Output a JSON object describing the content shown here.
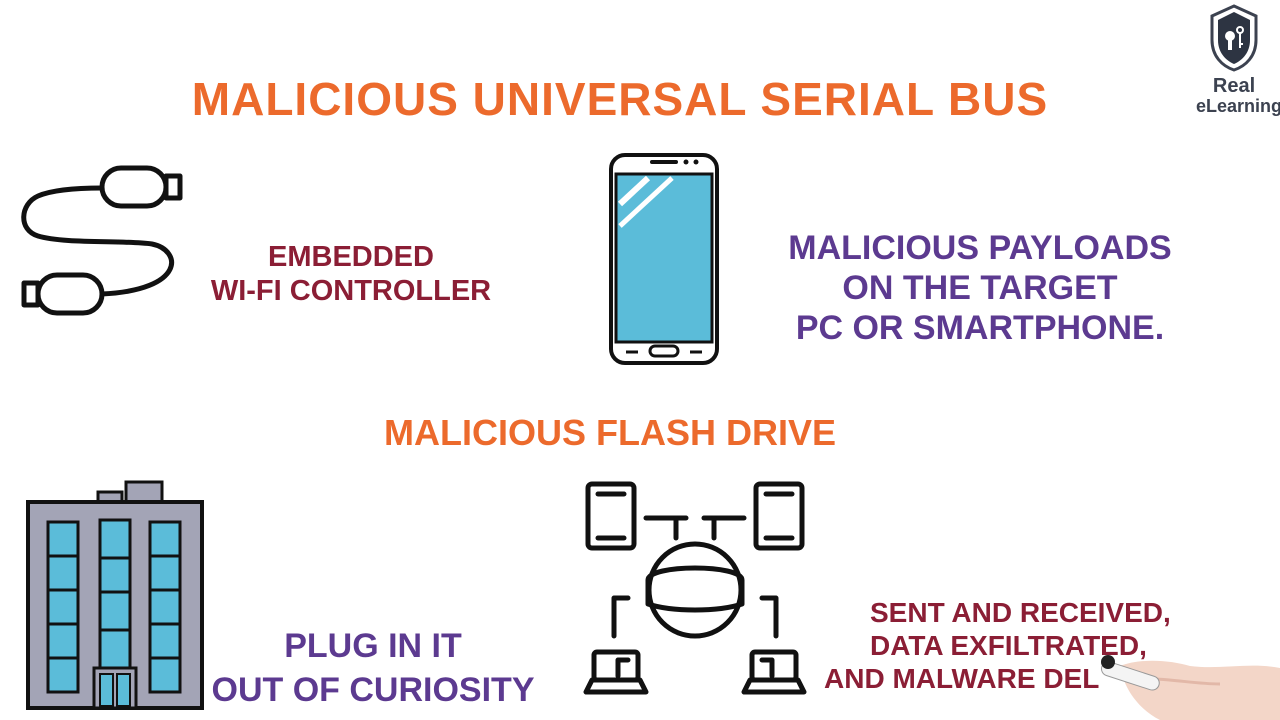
{
  "logo": {
    "line1": "Real",
    "line2": "eLearning"
  },
  "title": "MALICIOUS UNIVERSAL SERIAL BUS",
  "subtitle": "MALICIOUS FLASH DRIVE",
  "captions": {
    "wifi": [
      "EMBEDDED",
      "WI-FI CONTROLLER"
    ],
    "payloads": [
      "MALICIOUS PAYLOADS",
      "ON THE TARGET",
      "PC OR SMARTPHONE."
    ],
    "curiosity": [
      "PLUG IN IT",
      "OUT OF CURIOSITY"
    ],
    "exfil": [
      "SENT AND RECEIVED,",
      "DATA EXFILTRATED,",
      "AND MALWARE DEL"
    ]
  },
  "colors": {
    "title_orange": "#ec6a2c",
    "maroon": "#8b1e35",
    "purple": "#5c3a90",
    "screen_blue": "#5bbcd9",
    "building_gray": "#a3a4b6"
  }
}
